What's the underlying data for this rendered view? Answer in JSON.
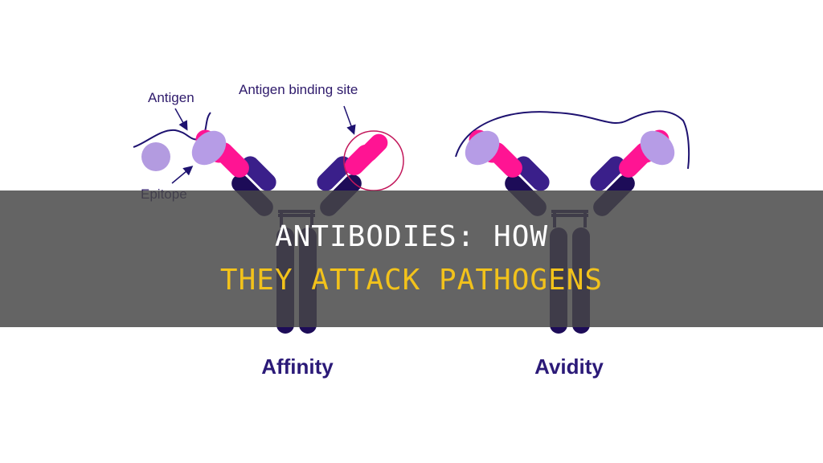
{
  "diagram": {
    "labels": {
      "antigen": "Antigen",
      "binding_site": "Antigen binding site",
      "epitope": "Epitope"
    },
    "captions": {
      "left": "Affinity",
      "right": "Avidity"
    },
    "colors": {
      "heavy_chain": "#1d0c58",
      "heavy_chain_variable": "#3a1f8a",
      "light_chain_variable": "#b69ce6",
      "light_chain": "#ff1493",
      "antigen_line": "#1e1270",
      "epitope_circle": "#b39be0",
      "highlight_circle": "#c2185b",
      "text": "#2b1a78"
    }
  },
  "banner": {
    "line1": "ANTIBODIES: HOW",
    "line2": "THEY ATTACK PATHOGENS",
    "line1_color": "#ffffff",
    "line2_color": "#f2c21b"
  }
}
